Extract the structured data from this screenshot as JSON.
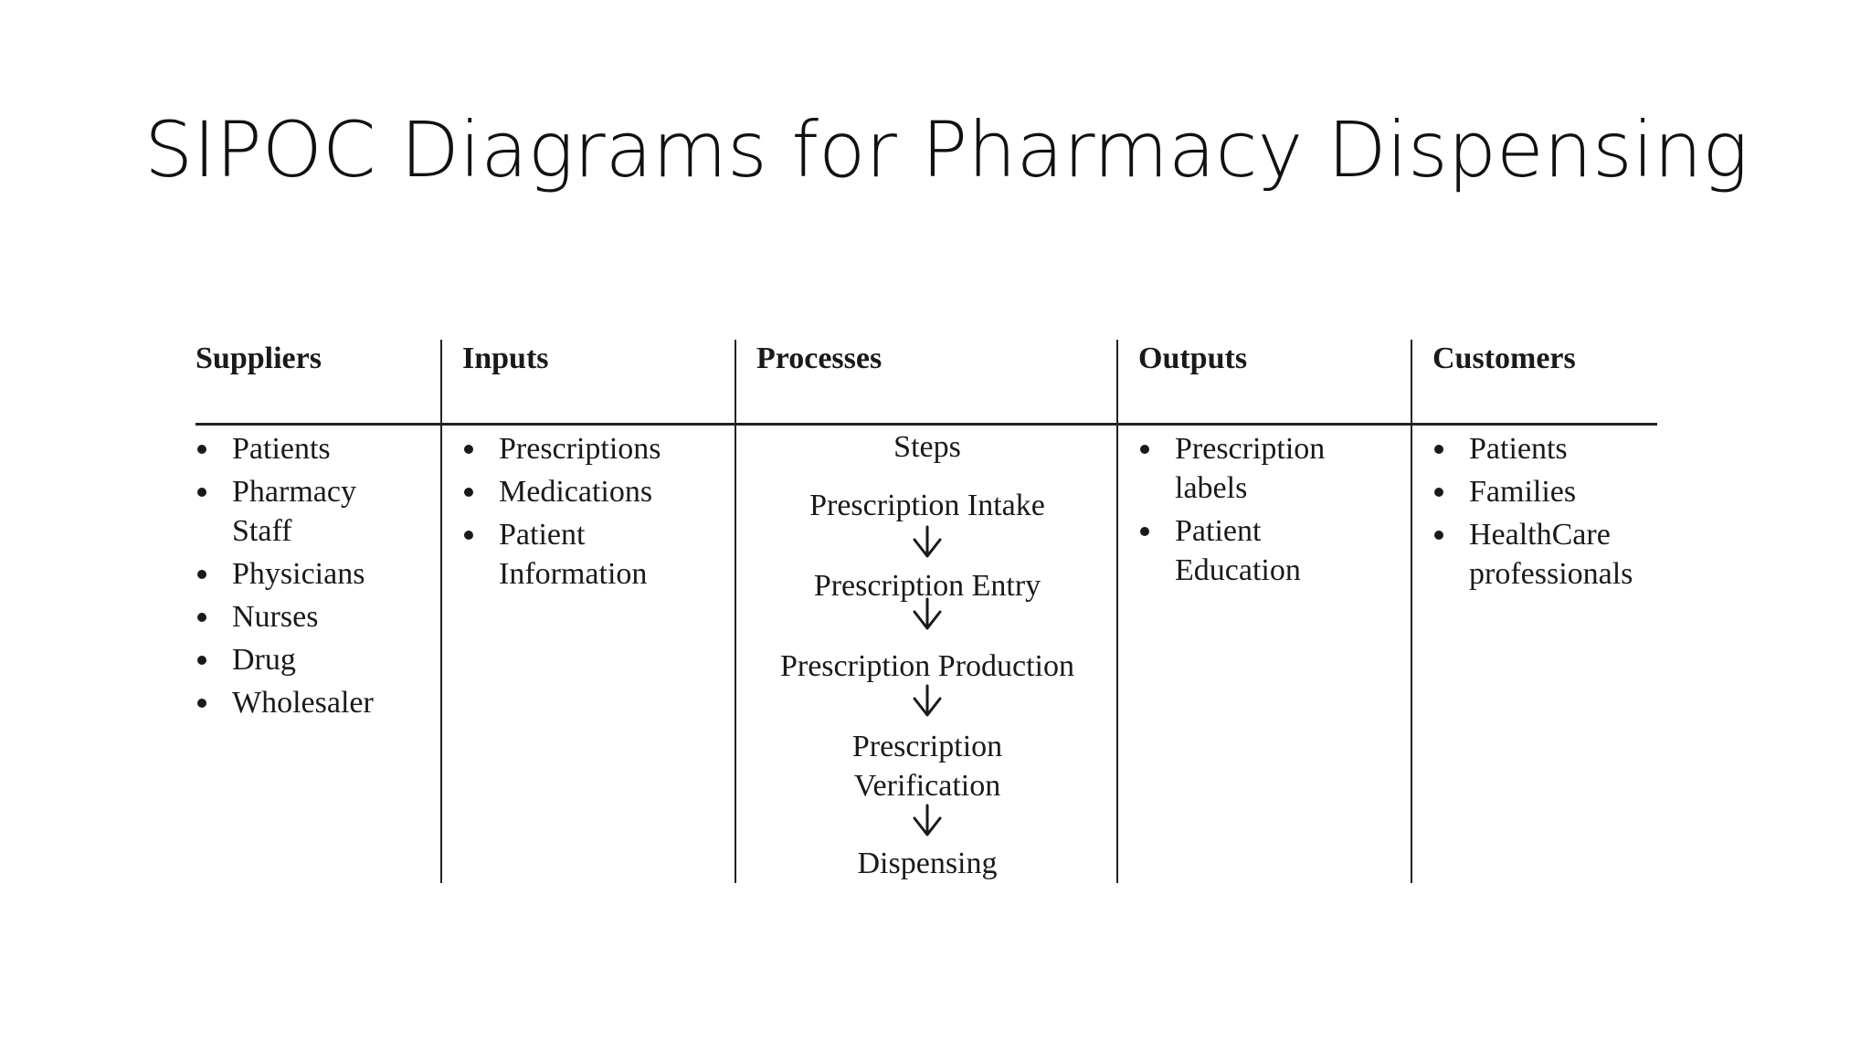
{
  "slide": {
    "title": "SIPOC Diagrams for Pharmacy Dispensing"
  },
  "sipoc": {
    "suppliers": {
      "header": "Suppliers",
      "items": [
        "Patients",
        "Pharmacy Staff",
        "Physicians",
        "Nurses",
        "Drug",
        "Wholesaler"
      ]
    },
    "inputs": {
      "header": "Inputs",
      "items": [
        "Prescriptions",
        "Medications",
        "Patient Information"
      ]
    },
    "processes": {
      "header": "Processes",
      "steps_label": "Steps",
      "steps": [
        "Prescription Intake",
        "Prescription Entry",
        "Prescription Production",
        "Prescription Verification",
        "Dispensing"
      ]
    },
    "outputs": {
      "header": "Outputs",
      "items": [
        "Prescription labels",
        "Patient Education"
      ]
    },
    "customers": {
      "header": "Customers",
      "items": [
        "Patients",
        "Families",
        "HealthCare professionals"
      ]
    }
  }
}
